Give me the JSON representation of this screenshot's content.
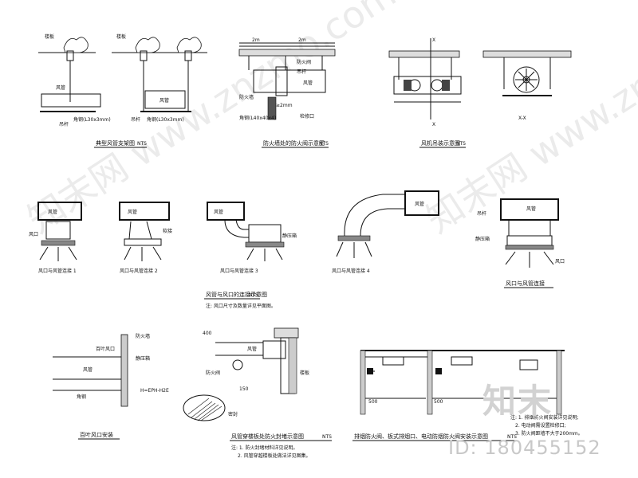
{
  "drawing": {
    "detail1": {
      "caption": "典型风管支架图",
      "scale": "NTS",
      "labels": [
        "楼板",
        "楼板",
        "风管",
        "风管",
        "吊杆",
        "角钢(L30x3mm)",
        "吊杆",
        "角钢(L30x3mm)"
      ]
    },
    "detail2": {
      "caption": "防火墙处的防火阀示意图",
      "scale": "NTS",
      "dims": [
        "2m",
        "2m"
      ],
      "labels": [
        "防火阀",
        "吊杆",
        "风管",
        "防火墙",
        "≥2mm",
        "检修口",
        "角钢(L40x40x4)"
      ]
    },
    "detail3": {
      "caption": "风机吊装示意图",
      "scale": "NTS",
      "section_marks": [
        "X",
        "X",
        "X-X"
      ]
    },
    "detail4": {
      "caption": "风管与风口的连接示意图",
      "scale": "NTS",
      "note": "注: 风口尺寸及数量详见平面图。",
      "sub_captions": [
        "风口与风管连接 1",
        "风口与风管连接 2",
        "风口与风管连接 3",
        "风口与风管连接 4"
      ],
      "duct_labels": [
        "风管",
        "风管",
        "风管",
        "风管"
      ],
      "item_labels": [
        "风口",
        "软接",
        "静压箱"
      ]
    },
    "detail5": {
      "caption": "风口与风管连接",
      "labels": [
        "风管",
        "吊杆",
        "静压箱",
        "风口"
      ]
    },
    "detail6": {
      "caption": "百叶风口安装",
      "labels": [
        "风管",
        "防火墙",
        "百叶风口",
        "静压箱",
        "角钢",
        "H=EPH-H2E"
      ]
    },
    "detail7": {
      "caption": "风管穿楼板处防火封堵示意图",
      "scale": "NTS",
      "dims": [
        "400",
        "150"
      ],
      "labels": [
        "风管",
        "防火阀",
        "楼板",
        "密封"
      ],
      "notes": [
        "注: 1. 防火封堵材料详见说明。",
        "2. 风管穿越楼板处做法详见图集。"
      ]
    },
    "detail8": {
      "caption": "排烟防火阀、板式排烟口、电动防烟防火阀安装示意图",
      "scale": "NTS",
      "dims": [
        "500",
        "500"
      ],
      "notes": [
        "注: 1. 排烟防火阀安装详见说明;",
        "2. 电动阀需设置检修口;",
        "3. 防火阀距墙不大于200mm。"
      ]
    }
  },
  "watermark": {
    "logo": "知末",
    "id_text": "ID: 180455152",
    "diag": "知末网 www.znzmo.com"
  }
}
